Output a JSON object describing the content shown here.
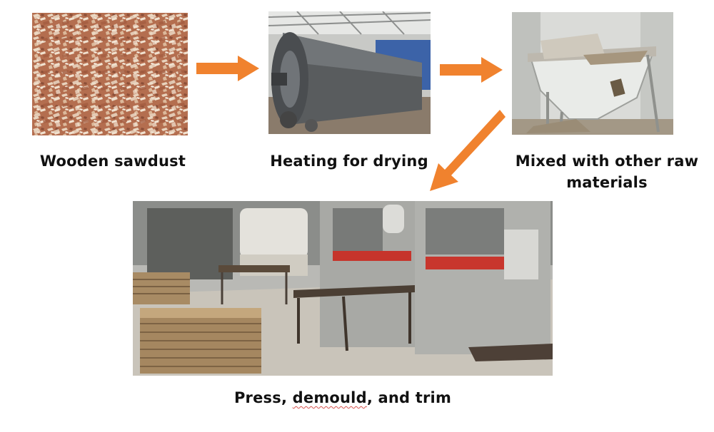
{
  "steps": [
    {
      "id": "sawdust",
      "caption": "Wooden sawdust"
    },
    {
      "id": "drying",
      "caption": "Heating for drying"
    },
    {
      "id": "mixing",
      "caption_line1": "Mixed with other raw",
      "caption_line2": "materials"
    },
    {
      "id": "pressing",
      "caption_before": "Press, ",
      "caption_marked": "demould",
      "caption_after": ", and trim"
    }
  ],
  "colors": {
    "arrow": "#F0822E",
    "text": "#111111",
    "spellcheck_underline": "#D9534F"
  },
  "icons": {
    "flow_arrow": "block-arrow-right",
    "diagonal_arrow": "arrow-down-left"
  }
}
